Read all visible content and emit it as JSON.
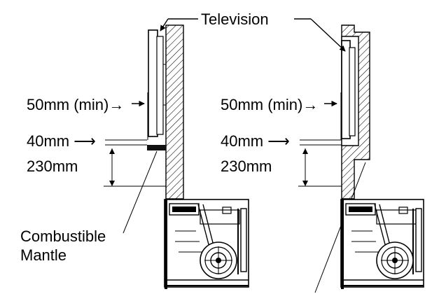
{
  "labels": {
    "television": "Television",
    "clearance_min_left": "50mm (min)→",
    "clearance_min_right": "50mm (min)→",
    "gap_left": "40mm ⟶",
    "gap_right": "40mm ⟶",
    "height_left": "230mm",
    "height_right": "230mm",
    "combustible_line1": "Combustible",
    "combustible_line2": "Mantle"
  }
}
